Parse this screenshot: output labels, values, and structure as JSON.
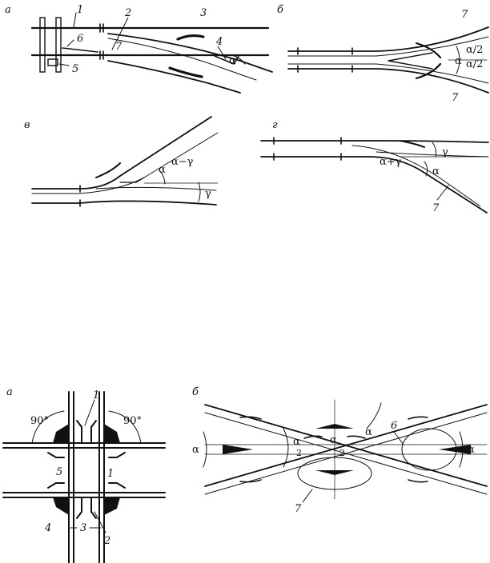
{
  "top": {
    "panel_a": {
      "letter": "а",
      "labels": [
        "1",
        "2",
        "3",
        "4",
        "5",
        "6",
        "7"
      ],
      "angle": "α"
    },
    "panel_b": {
      "letter": "б",
      "labels": [
        "7",
        "7"
      ],
      "angles": [
        "α",
        "α/2",
        "α/2"
      ]
    },
    "panel_v": {
      "letter": "в",
      "angles": [
        "α",
        "α−γ",
        "γ"
      ]
    },
    "panel_g": {
      "letter": "г",
      "labels": [
        "7"
      ],
      "angles": [
        "γ",
        "α+γ",
        "α"
      ]
    }
  },
  "bottom": {
    "panel_a": {
      "letter": "а",
      "labels": [
        "1",
        "1",
        "2",
        "3",
        "4",
        "5"
      ],
      "angles": [
        "90°",
        "90°"
      ]
    },
    "panel_b": {
      "letter": "б",
      "labels": [
        "6",
        "7"
      ],
      "angles": [
        "α",
        "α",
        "α",
        "α",
        "α"
      ],
      "subs": [
        "2",
        "2"
      ]
    }
  }
}
